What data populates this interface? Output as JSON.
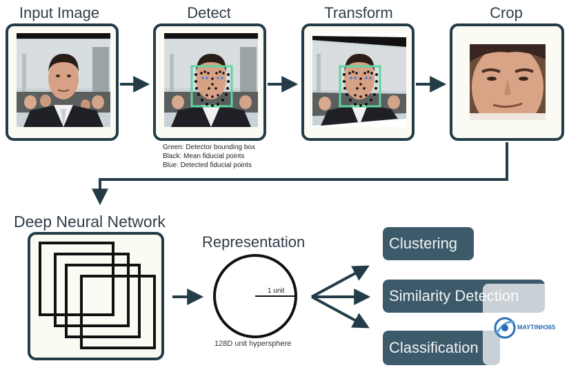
{
  "pipeline": {
    "stages": [
      {
        "id": "input",
        "title": "Input Image"
      },
      {
        "id": "detect",
        "title": "Detect"
      },
      {
        "id": "transform",
        "title": "Transform"
      },
      {
        "id": "crop",
        "title": "Crop"
      }
    ],
    "detect_legend": [
      "Green: Detector bounding box",
      "Black: Mean fiducial points",
      "Blue: Detected fiducial points"
    ]
  },
  "network": {
    "title": "Deep Neural Network"
  },
  "representation": {
    "title": "Representation",
    "radius_label": "1 unit",
    "caption": "128D unit hypersphere"
  },
  "applications": [
    {
      "label": "Clustering"
    },
    {
      "label": "Similarity Detection"
    },
    {
      "label": "Classification"
    }
  ],
  "watermark": {
    "brand": "MAYTINH365"
  },
  "colors": {
    "frame_border": "#233c48",
    "frame_fill": "#fbfbf3",
    "arrow": "#233c48",
    "app_box": "#3d5a6b",
    "app_text": "#f2f4f2",
    "bbox_green": "#5fd6a0",
    "fiducial_black": "#111111",
    "fiducial_blue": "#2a7de0"
  }
}
